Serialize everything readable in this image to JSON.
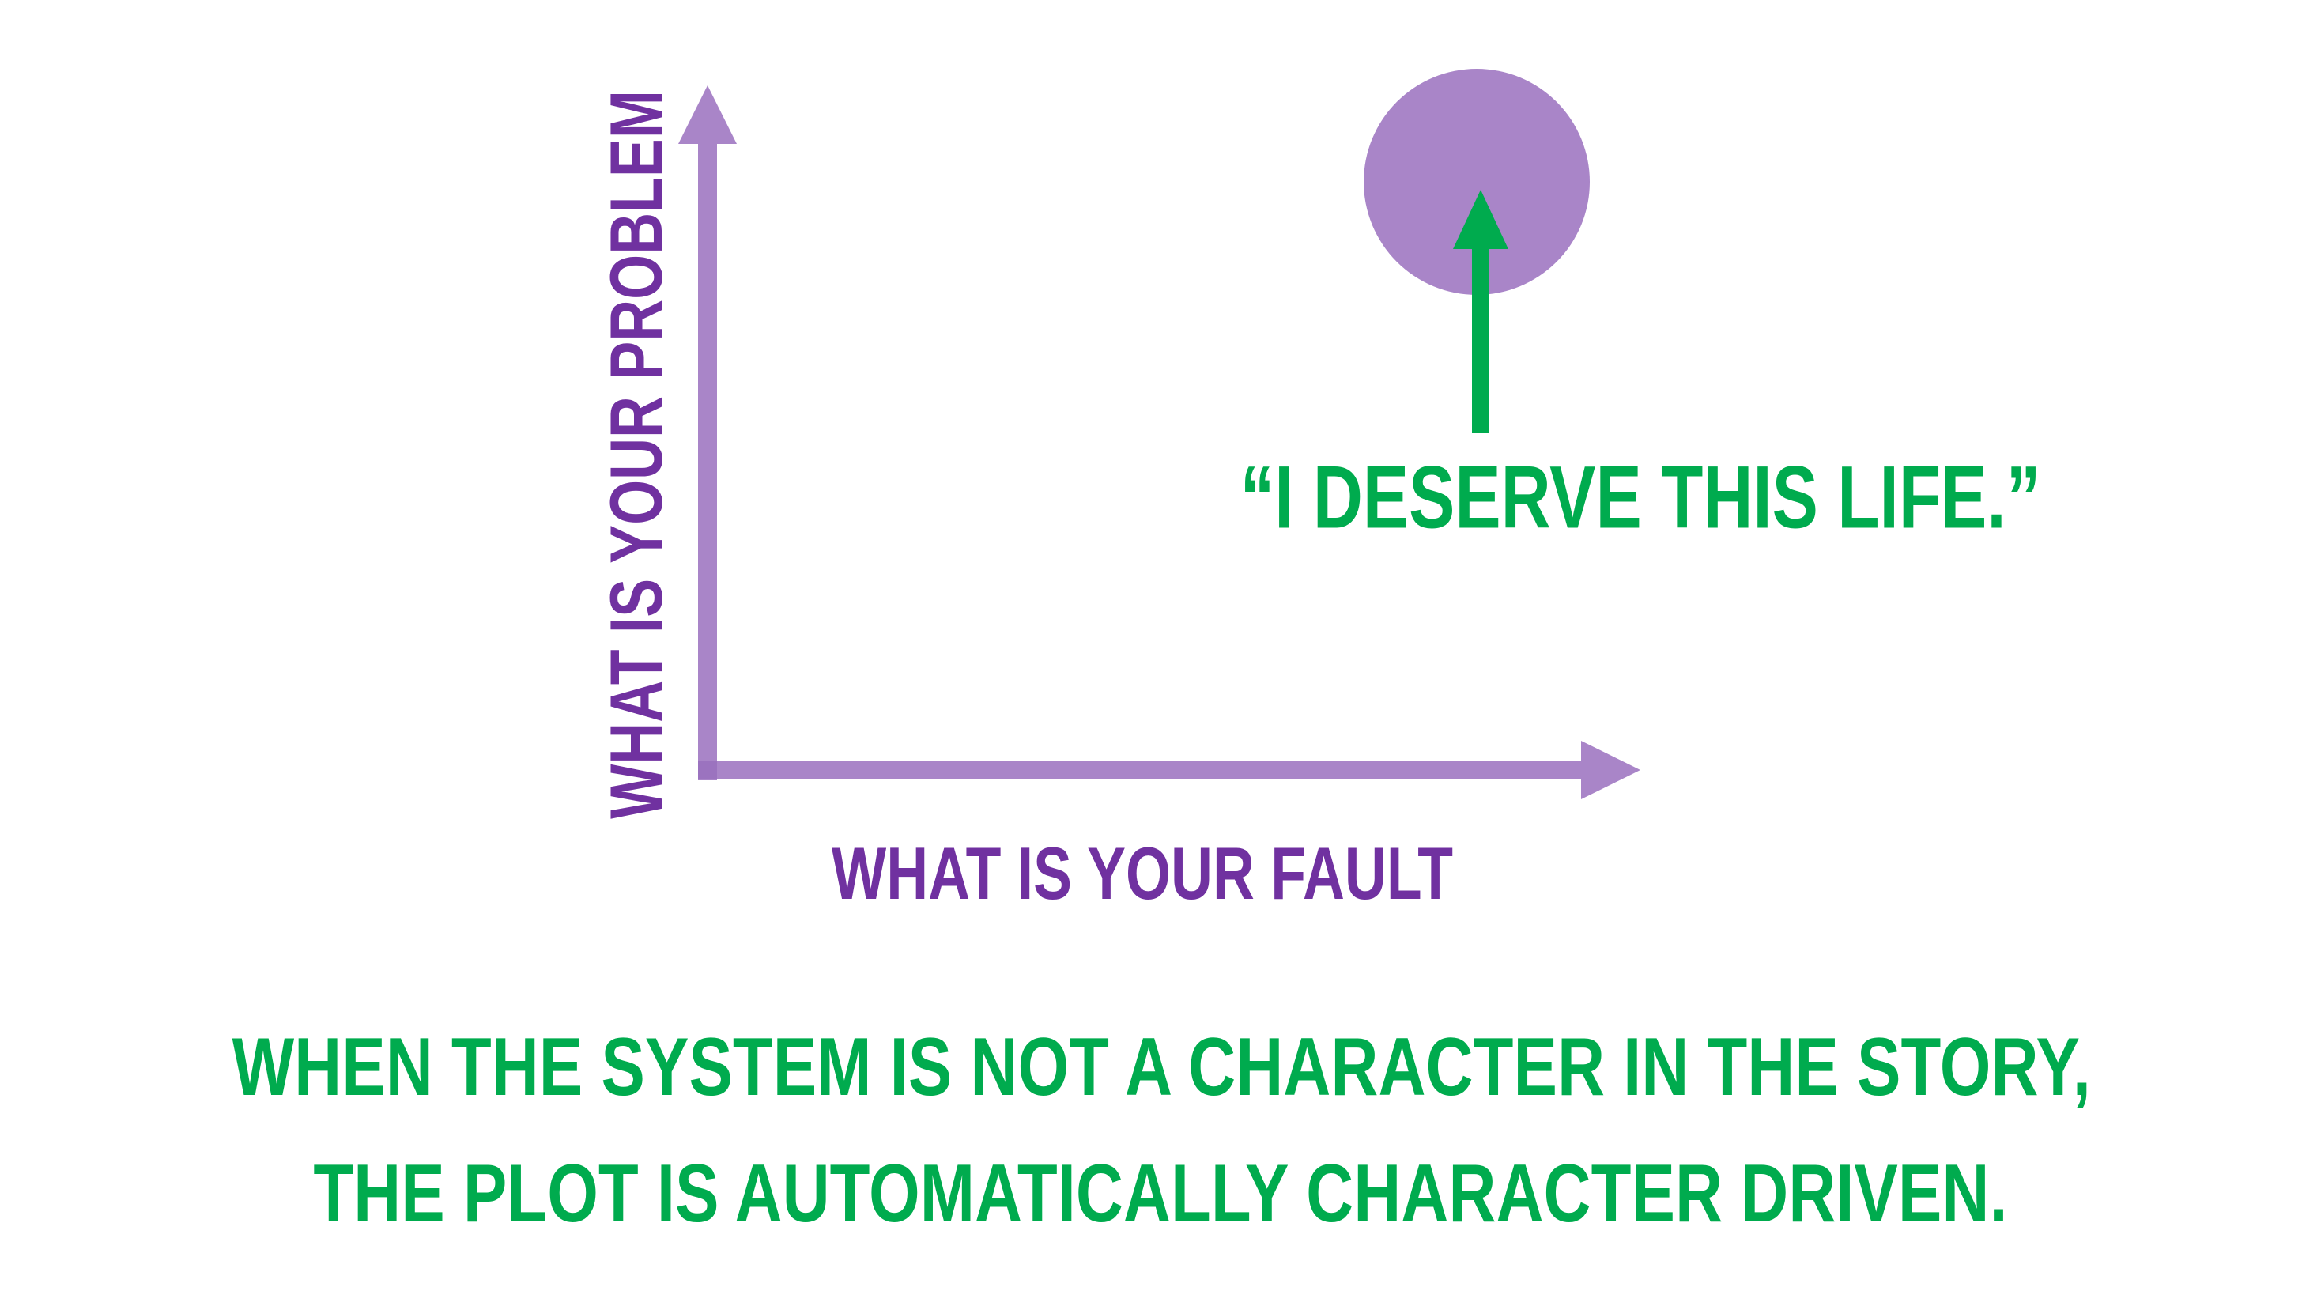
{
  "diagram": {
    "y_axis_label": "WHAT IS YOUR PROBLEM",
    "x_axis_label": "WHAT IS YOUR FAULT",
    "marker_quote": "“I DESERVE THIS LIFE.”"
  },
  "caption": {
    "line1": "WHEN THE SYSTEM IS NOT A CHARACTER IN THE STORY,",
    "line2": "THE PLOT IS AUTOMATICALLY CHARACTER DRIVEN."
  },
  "colors": {
    "axis": "#a985c8",
    "axis_label": "#7031a0",
    "accent": "#00ab4e",
    "circle": "#a985c8",
    "background": "#ffffff"
  }
}
